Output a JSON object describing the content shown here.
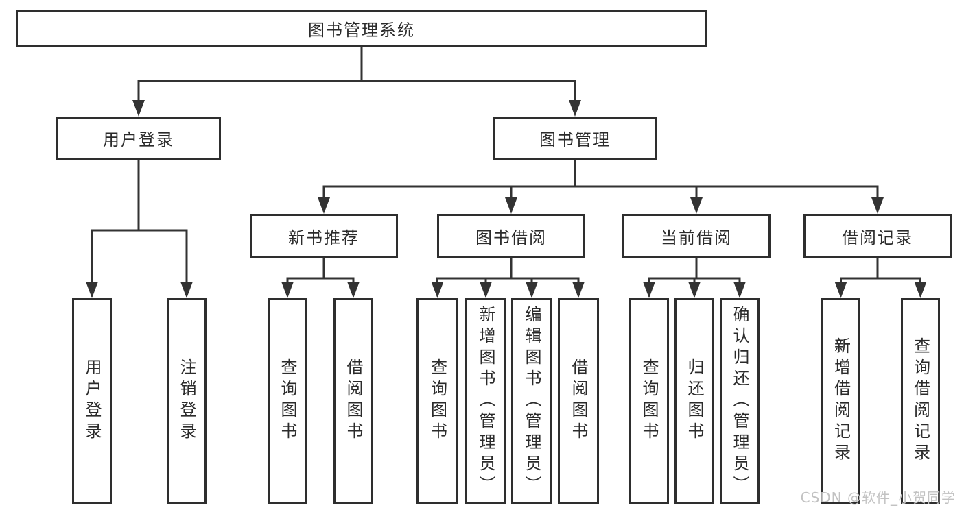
{
  "colors": {
    "line": "#333333",
    "box_border": "#2e2e2e",
    "box_fill": "#ffffff",
    "text": "#2b2b2b",
    "watermark": "#c2c2c2",
    "background": "#ffffff"
  },
  "watermark": {
    "text": "CSDN @软件_小贺同学"
  },
  "diagram": {
    "type": "tree",
    "title": "图书管理系统",
    "nodes": [
      {
        "id": "root",
        "label": "图书管理系统",
        "parent": null,
        "orient": "horizontal"
      },
      {
        "id": "user-login",
        "label": "用户登录",
        "parent": "root",
        "orient": "horizontal"
      },
      {
        "id": "book-mgmt",
        "label": "图书管理",
        "parent": "root",
        "orient": "horizontal"
      },
      {
        "id": "new-book-rec",
        "label": "新书推荐",
        "parent": "book-mgmt",
        "orient": "horizontal"
      },
      {
        "id": "book-borrow",
        "label": "图书借阅",
        "parent": "book-mgmt",
        "orient": "horizontal"
      },
      {
        "id": "current-borrow",
        "label": "当前借阅",
        "parent": "book-mgmt",
        "orient": "horizontal"
      },
      {
        "id": "borrow-records",
        "label": "借阅记录",
        "parent": "book-mgmt",
        "orient": "horizontal"
      },
      {
        "id": "leaf-user-login",
        "label": "用户登录",
        "parent": "user-login",
        "orient": "vertical"
      },
      {
        "id": "leaf-logout",
        "label": "注销登录",
        "parent": "user-login",
        "orient": "vertical"
      },
      {
        "id": "leaf-rec-query",
        "label": "查询图书",
        "parent": "new-book-rec",
        "orient": "vertical"
      },
      {
        "id": "leaf-rec-borrow",
        "label": "借阅图书",
        "parent": "new-book-rec",
        "orient": "vertical"
      },
      {
        "id": "leaf-bb-query",
        "label": "查询图书",
        "parent": "book-borrow",
        "orient": "vertical"
      },
      {
        "id": "leaf-bb-add",
        "label": "新增图书（管理员）",
        "parent": "book-borrow",
        "orient": "vertical"
      },
      {
        "id": "leaf-bb-edit",
        "label": "编辑图书（管理员）",
        "parent": "book-borrow",
        "orient": "vertical"
      },
      {
        "id": "leaf-bb-borrow",
        "label": "借阅图书",
        "parent": "book-borrow",
        "orient": "vertical"
      },
      {
        "id": "leaf-cb-query",
        "label": "查询图书",
        "parent": "current-borrow",
        "orient": "vertical"
      },
      {
        "id": "leaf-cb-return",
        "label": "归还图书",
        "parent": "current-borrow",
        "orient": "vertical"
      },
      {
        "id": "leaf-cb-confirm",
        "label": "确认归还（管理员）",
        "parent": "current-borrow",
        "orient": "vertical"
      },
      {
        "id": "leaf-br-add",
        "label": "新增借阅记录",
        "parent": "borrow-records",
        "orient": "vertical"
      },
      {
        "id": "leaf-br-query",
        "label": "查询借阅记录",
        "parent": "borrow-records",
        "orient": "vertical"
      }
    ]
  }
}
